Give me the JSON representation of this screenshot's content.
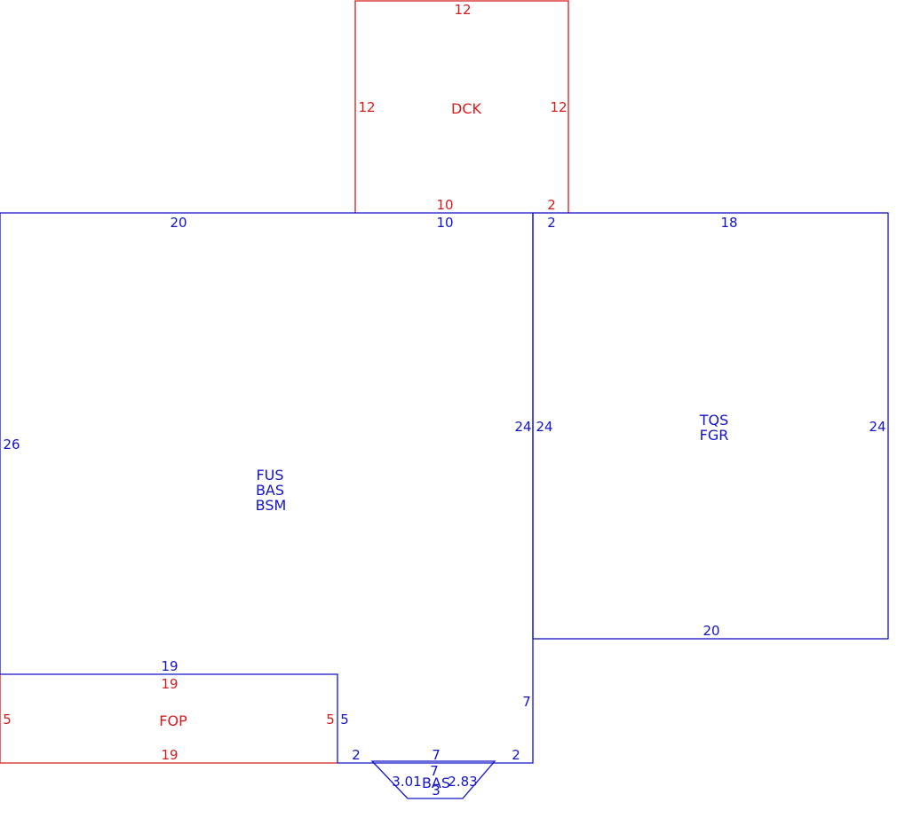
{
  "colors": {
    "blue": "#1212c8",
    "red": "#d41c1c"
  },
  "deck": {
    "name": "DCK",
    "dims": {
      "top": "12",
      "left": "12",
      "right": "12",
      "bottom_main": "10",
      "bottom_small": "2"
    }
  },
  "main": {
    "names": [
      "FUS",
      "BAS",
      "BSM"
    ],
    "dims": {
      "top_left": "20",
      "top_right": "10",
      "left": "26",
      "right_upper": "24",
      "right_lower": "7",
      "bottom_right": "2",
      "bottom_mid": "2",
      "porch_top": "19",
      "porch_side": "5"
    }
  },
  "garage": {
    "names": [
      "TQS",
      "FGR"
    ],
    "dims": {
      "top_left": "2",
      "top": "18",
      "left": "24",
      "right": "24",
      "bottom": "20"
    }
  },
  "porch": {
    "name": "FOP",
    "dims": {
      "top": "19",
      "bottom": "19",
      "left": "5",
      "right": "5"
    }
  },
  "bay": {
    "name": "BAS",
    "dims": {
      "top_outer": "7",
      "top_inner": "7",
      "left": "3.01",
      "right": "2.83",
      "bottom": "3"
    }
  }
}
